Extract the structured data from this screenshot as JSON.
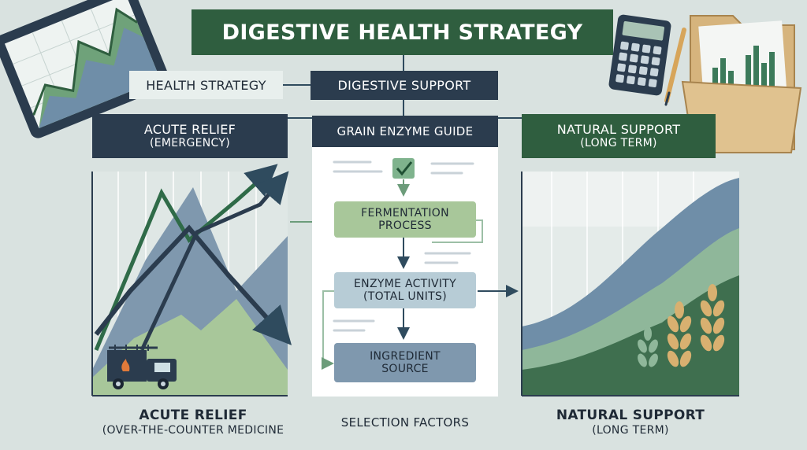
{
  "title": "DIGESTIVE HEALTH STRATEGY",
  "header": {
    "health_strategy": "HEALTH STRATEGY",
    "digestive_support": "DIGESTIVE SUPPORT"
  },
  "left_panel": {
    "heading": "ACUTE RELIEF",
    "subheading": "(EMERGENCY)",
    "caption": "ACUTE RELIEF",
    "caption_sub": "(OVER-THE-COUNTER MEDICINE"
  },
  "center_panel": {
    "heading": "GRAIN ENZYME GUIDE",
    "steps": [
      {
        "line1": "FERMENTATION",
        "line2": "PROCESS"
      },
      {
        "line1": "ENZYME ACTIVITY",
        "line2": "(TOTAL UNITS)"
      },
      {
        "line1": "INGREDIENT",
        "line2": "SOURCE"
      }
    ],
    "caption": "SELECTION FACTORS"
  },
  "right_panel": {
    "heading": "NATURAL SUPPORT",
    "subheading": "(LONG TERM)",
    "caption": "NATURAL SUPPORT",
    "caption_sub": "(LONG TERM)"
  },
  "colors": {
    "background": "#d9e2e0",
    "navy": "#2b3c4e",
    "forest_green": "#2f5e3f",
    "sage": "#a8c79a",
    "slate_blue": "#7f98ae",
    "mint": "#dbeedd"
  },
  "icons": [
    "chart-tablet-icon",
    "calculator-icon",
    "pencil-icon",
    "folder-chart-icon",
    "checkbox-icon",
    "fire-truck-icon",
    "wheat-icon"
  ]
}
